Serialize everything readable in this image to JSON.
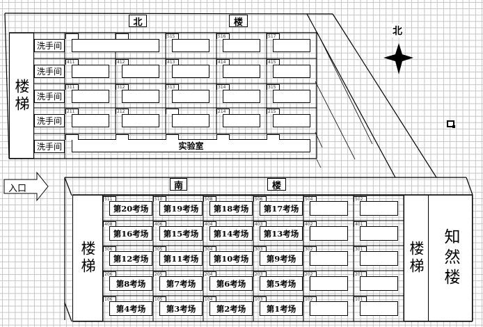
{
  "north_building": {
    "heading_chars": [
      "北",
      "楼"
    ],
    "stairs": "楼梯",
    "washroom": "洗手间",
    "lab": "实验室",
    "rows": [
      [
        "",
        "",
        "515",
        "516",
        "517"
      ],
      [
        "411",
        "412",
        "413",
        "414",
        "415"
      ],
      [
        "311",
        "312",
        "313",
        "314",
        "315"
      ],
      [
        "211",
        "212",
        "",
        "214",
        "215"
      ]
    ]
  },
  "south_building": {
    "heading_chars": [
      "南",
      "楼"
    ],
    "stairs_left": "楼梯",
    "stairs_right": "楼梯",
    "neighbor_building": "知然楼",
    "rows": [
      [
        {
          "no": "511",
          "name": "第20考场"
        },
        {
          "no": "510",
          "name": "第19考场"
        },
        {
          "no": "508",
          "name": "第18考场"
        },
        {
          "no": "506",
          "name": "第17考场"
        },
        {
          "no": "504",
          "name": ""
        },
        {
          "no": "502",
          "name": ""
        }
      ],
      [
        {
          "no": "408",
          "name": "第16考场"
        },
        {
          "no": "406",
          "name": "第15考场"
        },
        {
          "no": "404",
          "name": "第14考场"
        },
        {
          "no": "403",
          "name": "第13考场"
        },
        {
          "no": "402",
          "name": ""
        },
        {
          "no": "401",
          "name": ""
        }
      ],
      [
        {
          "no": "306",
          "name": "第12考场"
        },
        {
          "no": "305",
          "name": "第11考场"
        },
        {
          "no": "304",
          "name": "第10考场"
        },
        {
          "no": "303",
          "name": "第9考场"
        },
        {
          "no": "302",
          "name": ""
        },
        {
          "no": "301",
          "name": ""
        }
      ],
      [
        {
          "no": "206",
          "name": "第8考场"
        },
        {
          "no": "205",
          "name": "第7考场"
        },
        {
          "no": "204",
          "name": "第6考场"
        },
        {
          "no": "203",
          "name": "第5考场"
        },
        {
          "no": "202",
          "name": ""
        },
        {
          "no": "201",
          "name": ""
        }
      ],
      [
        {
          "no": "106",
          "name": "第4考场"
        },
        {
          "no": "105",
          "name": "第3考场"
        },
        {
          "no": "104",
          "name": "第2考场"
        },
        {
          "no": "103",
          "name": "第1考场"
        },
        {
          "no": "102",
          "name": ""
        },
        {
          "no": "101",
          "name": ""
        }
      ]
    ]
  },
  "entrance": "入口",
  "compass": {
    "label": "北",
    "icon": "compass-star-icon"
  }
}
